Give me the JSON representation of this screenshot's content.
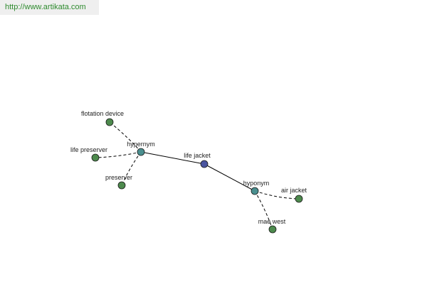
{
  "header": {
    "link_text": "http://www.artikata.com"
  },
  "colors": {
    "background": "#ffffff",
    "link": "#2e8b2e",
    "link_bar": "#efefef",
    "center_node": "#4a55a0",
    "hub_node": "#4a8f8f",
    "leaf_node": "#4d8a4d",
    "edge": "#000000"
  },
  "graph": {
    "nodes": [
      {
        "id": "life-jacket",
        "label": "life jacket",
        "kind": "center"
      },
      {
        "id": "hypernym",
        "label": "hypernym",
        "kind": "hub"
      },
      {
        "id": "hyponym",
        "label": "hyponym",
        "kind": "hub"
      },
      {
        "id": "flotation-device",
        "label": "flotation device",
        "kind": "leaf"
      },
      {
        "id": "life-preserver",
        "label": "life preserver",
        "kind": "leaf"
      },
      {
        "id": "preserver",
        "label": "preserver",
        "kind": "leaf"
      },
      {
        "id": "air-jacket",
        "label": "air jacket",
        "kind": "leaf"
      },
      {
        "id": "mae-west",
        "label": "mae west",
        "kind": "leaf"
      }
    ],
    "edges": [
      {
        "from": "life-jacket",
        "to": "hypernym",
        "style": "solid"
      },
      {
        "from": "life-jacket",
        "to": "hyponym",
        "style": "solid"
      },
      {
        "from": "hypernym",
        "to": "flotation-device",
        "style": "dashed"
      },
      {
        "from": "hypernym",
        "to": "life-preserver",
        "style": "dashed"
      },
      {
        "from": "hypernym",
        "to": "preserver",
        "style": "dashed"
      },
      {
        "from": "hyponym",
        "to": "air-jacket",
        "style": "dashed"
      },
      {
        "from": "hyponym",
        "to": "mae-west",
        "style": "dashed"
      }
    ]
  }
}
